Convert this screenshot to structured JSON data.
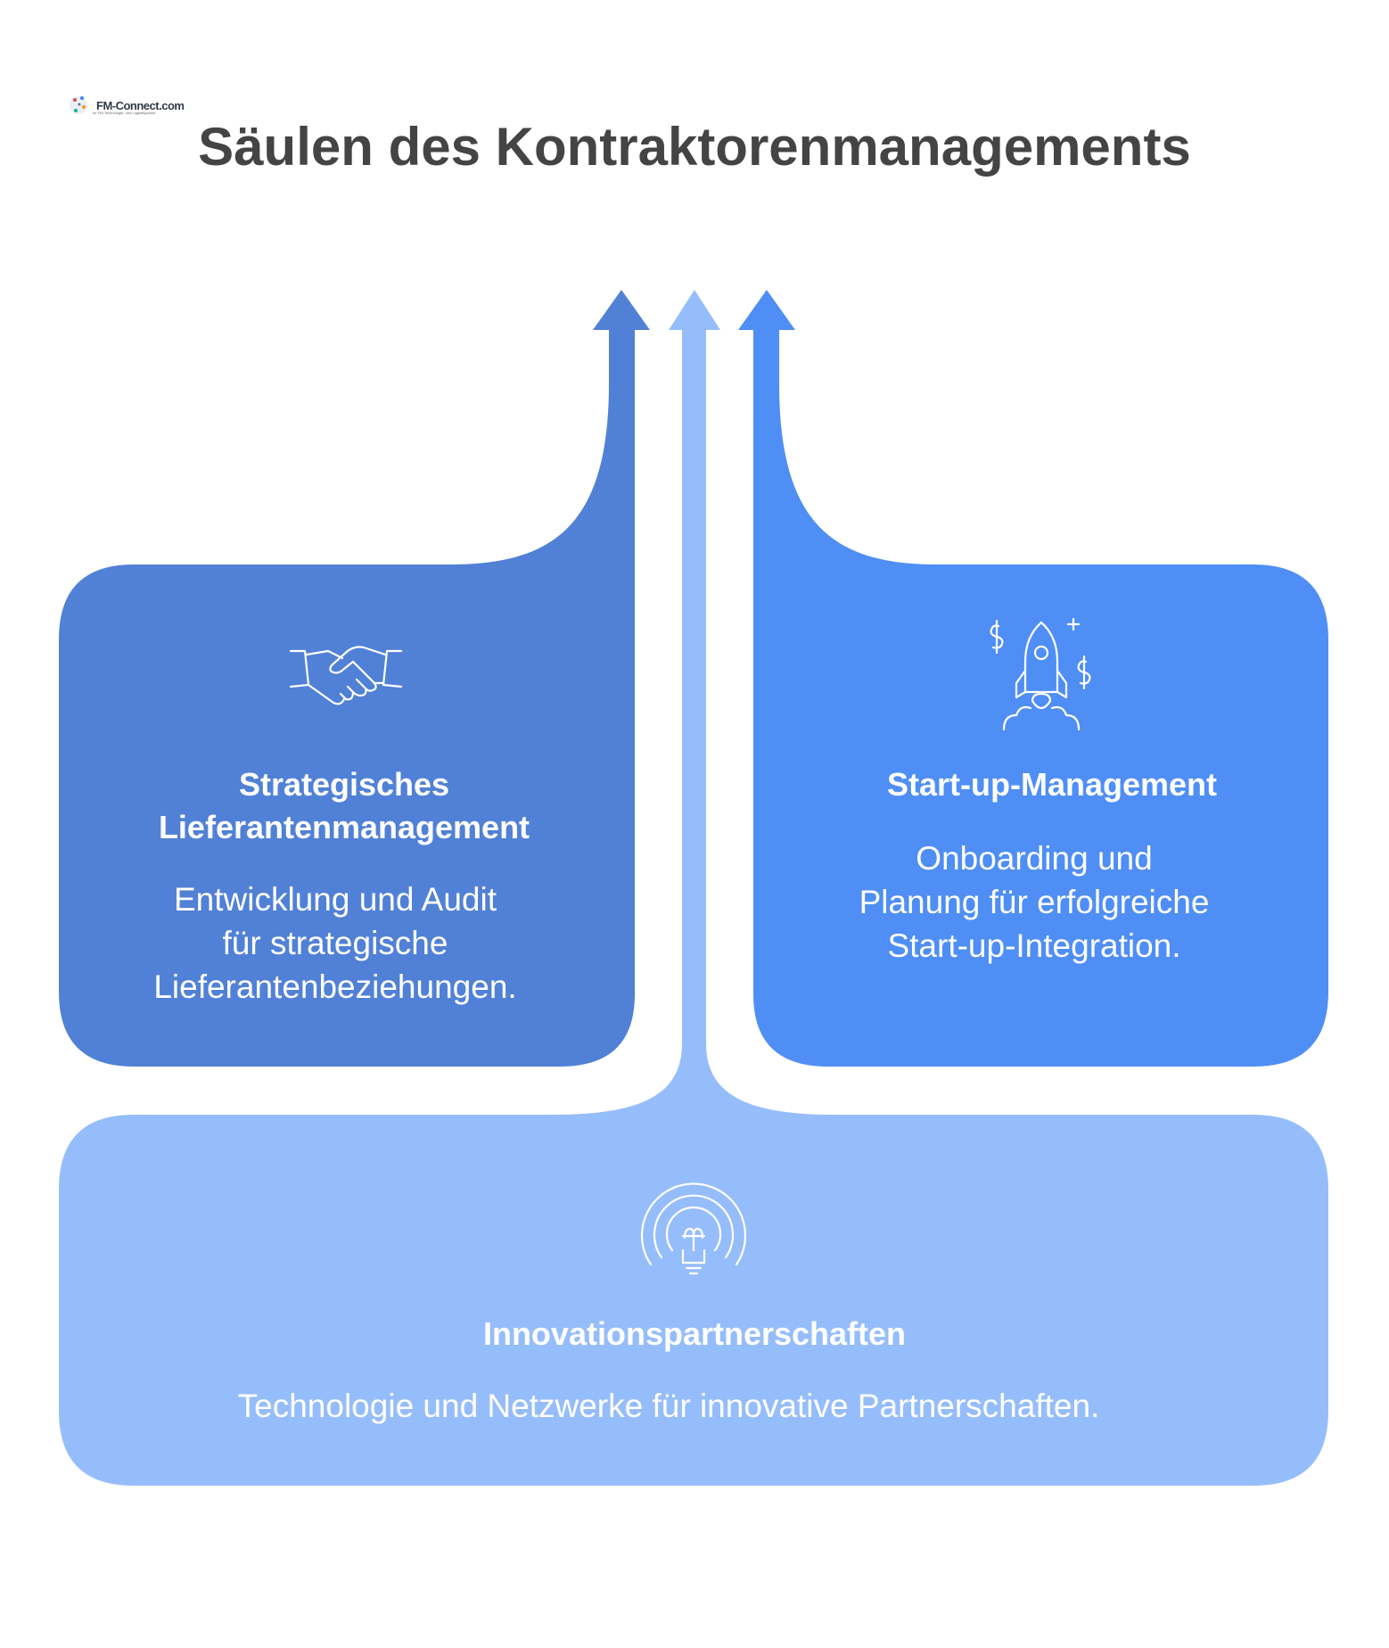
{
  "logo": {
    "brand": "FM-Connect.com",
    "tagline": "Ihr FM-Technologie- und Logistikpartner"
  },
  "title": "Säulen des Kontraktorenmanagements",
  "colors": {
    "left_block": "#5181d6",
    "right_block": "#4f8ef5",
    "bottom_block": "#96bdfb",
    "title_text": "#444444"
  },
  "pillars": [
    {
      "key": "strategic",
      "title": "Strategisches\nLieferantenmanagement",
      "description": "Entwicklung und Audit\nfür strategische\nLieferantenbeziehungen.",
      "icon": "handshake-icon"
    },
    {
      "key": "startup",
      "title": "Start-up-Management",
      "description": "Onboarding und\nPlanung für erfolgreiche\nStart-up-Integration.",
      "icon": "rocket-dollar-icon"
    },
    {
      "key": "innovation",
      "title": "Innovationspartnerschaften",
      "description": "Technologie und Netzwerke für innovative Partnerschaften.",
      "icon": "lightbulb-icon"
    }
  ]
}
